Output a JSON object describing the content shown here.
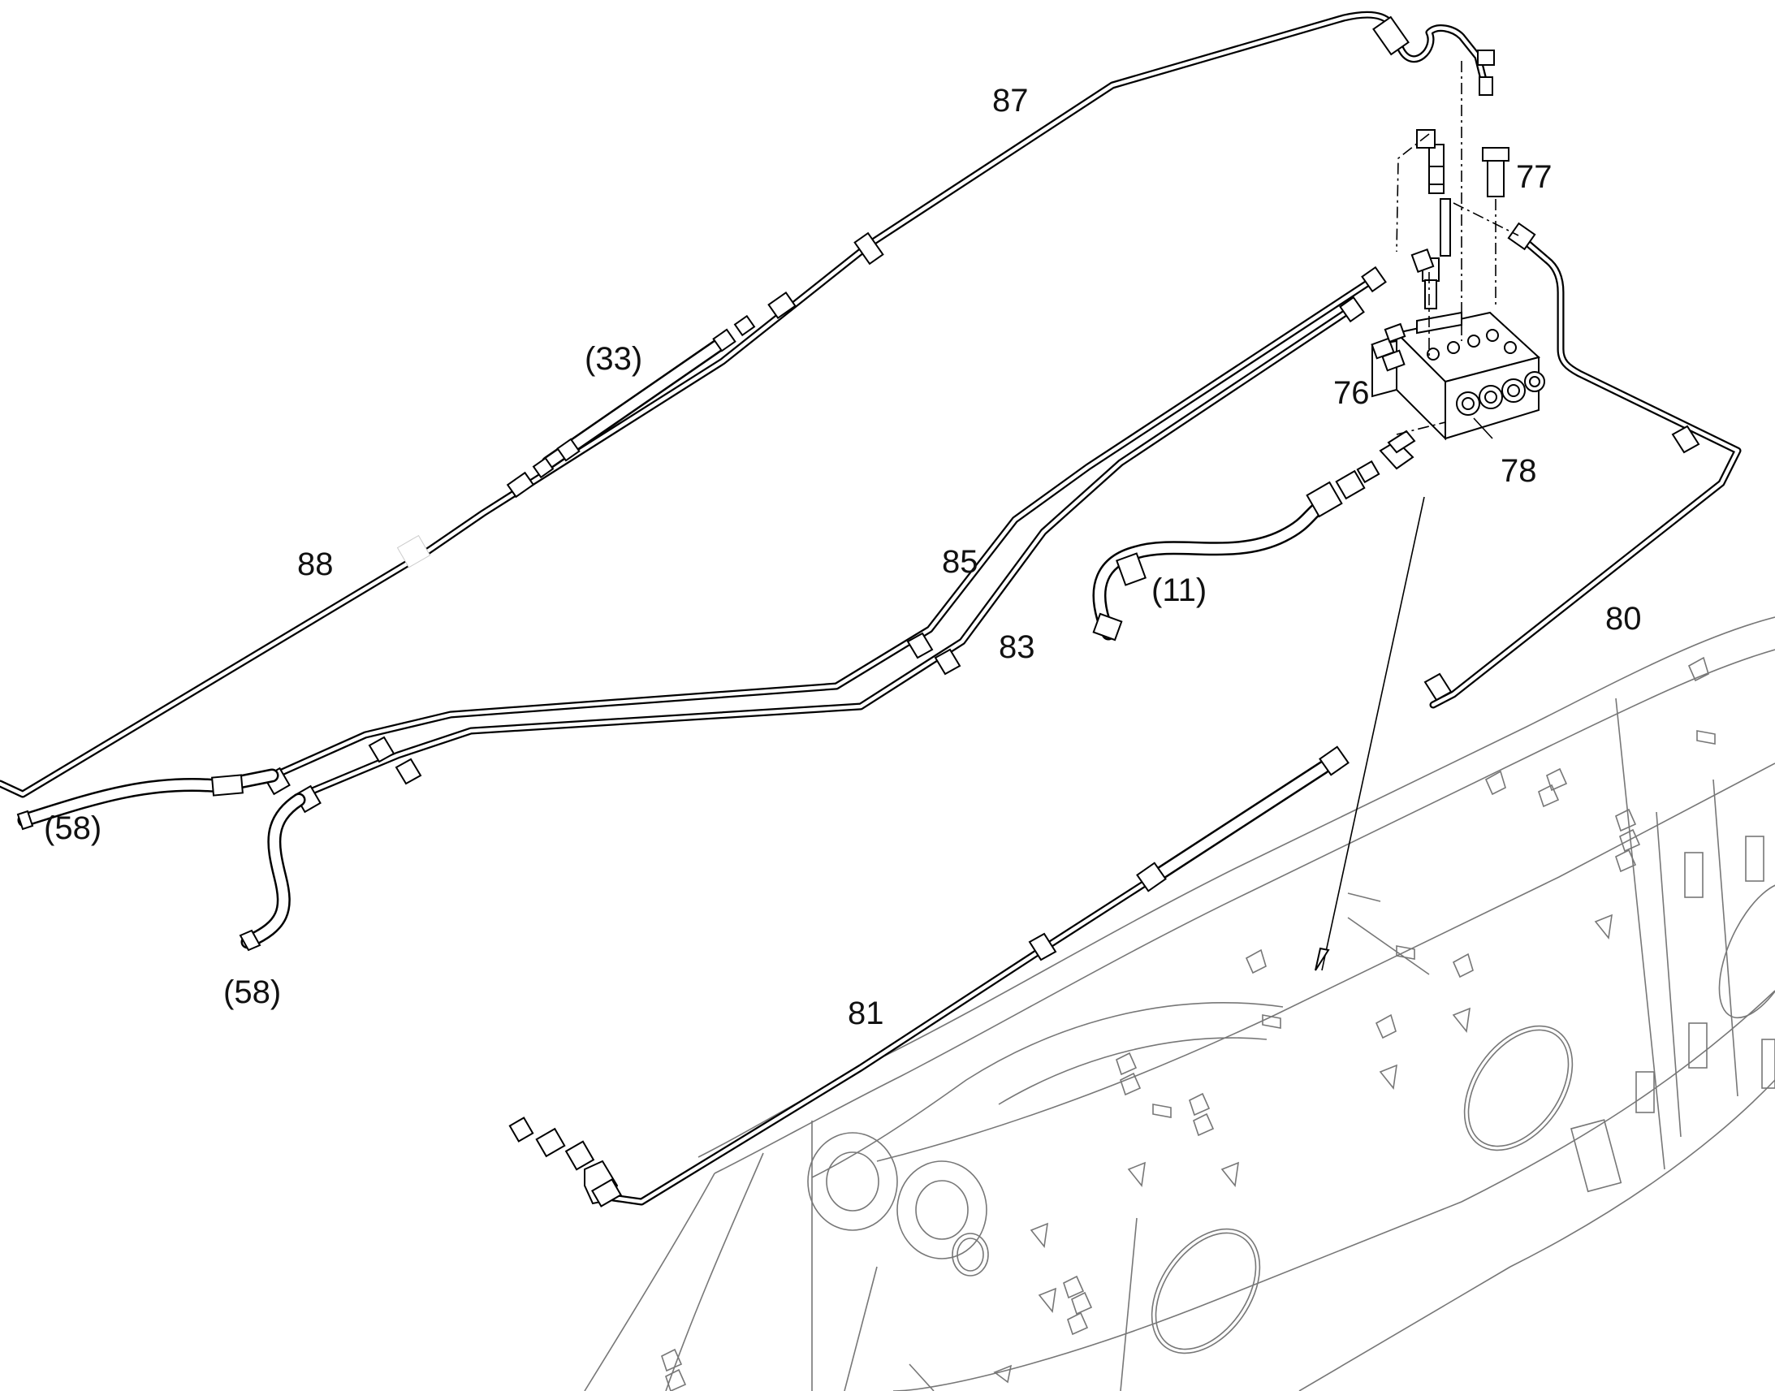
{
  "callouts": {
    "c87": "87",
    "c77": "77",
    "c33": "(33)",
    "c76": "76",
    "c78": "78",
    "c88": "88",
    "c85": "85",
    "c11": "(11)",
    "c80": "80",
    "c83": "83",
    "c58a": "(58)",
    "c58b": "(58)",
    "c81": "81"
  }
}
